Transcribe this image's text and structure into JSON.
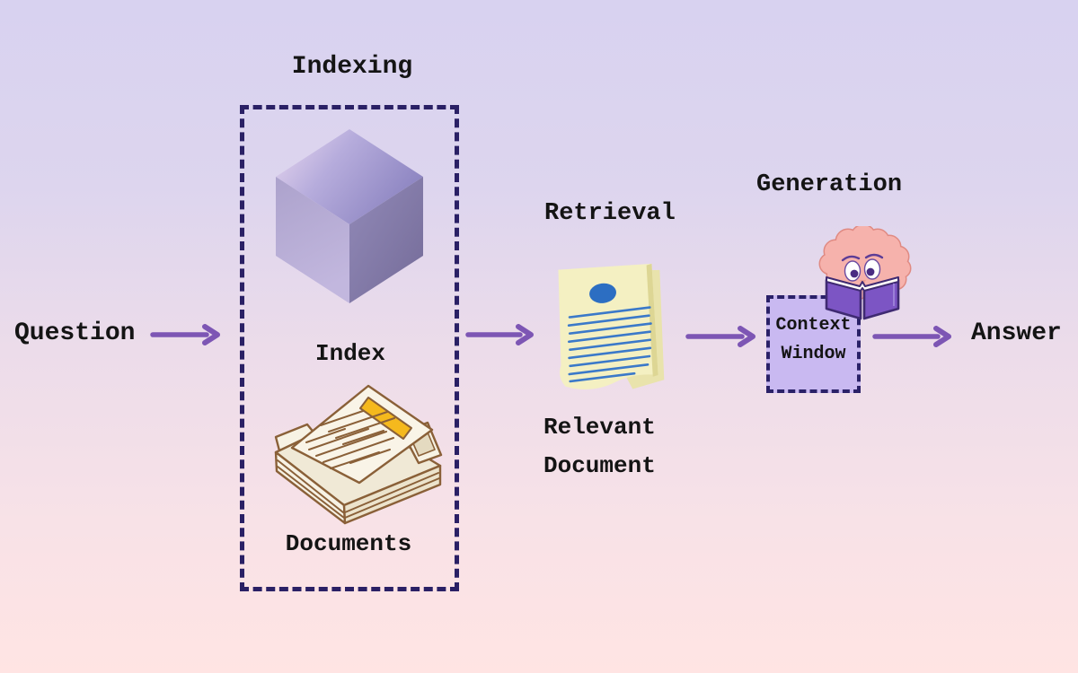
{
  "diagram": {
    "question_label": "Question",
    "answer_label": "Answer",
    "indexing": {
      "title": "Indexing",
      "cube_label": "Index",
      "documents_label": "Documents"
    },
    "retrieval": {
      "title": "Retrieval",
      "doc_line1": "Relevant",
      "doc_line2": "Document"
    },
    "generation": {
      "title": "Generation",
      "context_line1": "Context",
      "context_line2": "Window"
    }
  },
  "colors": {
    "background_top": "#d8d2f0",
    "background_bottom": "#ffe4e3",
    "arrow": "#7d56b4",
    "text": "#141414",
    "indexing_box_border": "#2a2065",
    "context_box_fill": "#c9b9f1",
    "context_box_border": "#2a2168",
    "cube_top_light": "#e9def2",
    "cube_left_face": "#b2a8d0",
    "cube_right_face": "#7b719f",
    "retrieval_paper": "#f4f0c2",
    "retrieval_ink_blue": "#3b79c9",
    "documents_cream": "#f7f2e4",
    "documents_outline_brown": "#8a6038",
    "documents_gold": "#f5b91d",
    "brain_pink": "#f6b2ac",
    "brain_outline": "#e08a82",
    "book_purple": "#7c55c4",
    "book_outline": "#3f2a72"
  }
}
